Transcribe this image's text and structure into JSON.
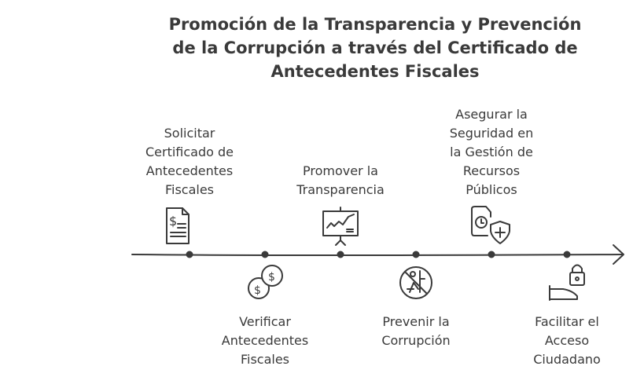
{
  "title_lines": [
    "Promoción de la Transparencia y Prevención",
    "de la Corrupción a través del Certificado de",
    "Antecedentes Fiscales"
  ],
  "steps": [
    {
      "label_lines": [
        "Solicitar",
        "Certificado de",
        "Antecedentes",
        "Fiscales"
      ],
      "icon": "dollar-document-icon",
      "position": "above"
    },
    {
      "label_lines": [
        "Verificar",
        "Antecedentes",
        "Fiscales"
      ],
      "icon": "coins-icon",
      "position": "below"
    },
    {
      "label_lines": [
        "Promover la",
        "Transparencia"
      ],
      "icon": "presentation-chart-icon",
      "position": "above"
    },
    {
      "label_lines": [
        "Prevenir la",
        "Corrupción"
      ],
      "icon": "no-bribery-icon",
      "position": "below"
    },
    {
      "label_lines": [
        "Asegurar la",
        "Seguridad en",
        "la Gestión de",
        "Recursos",
        "Públicos"
      ],
      "icon": "shield-clock-document-icon",
      "position": "above"
    },
    {
      "label_lines": [
        "Facilitar el",
        "Acceso",
        "Ciudadano"
      ],
      "icon": "hand-lock-icon",
      "position": "below"
    }
  ],
  "colors": {
    "ink": "#3a3a3a",
    "background": "#ffffff"
  }
}
